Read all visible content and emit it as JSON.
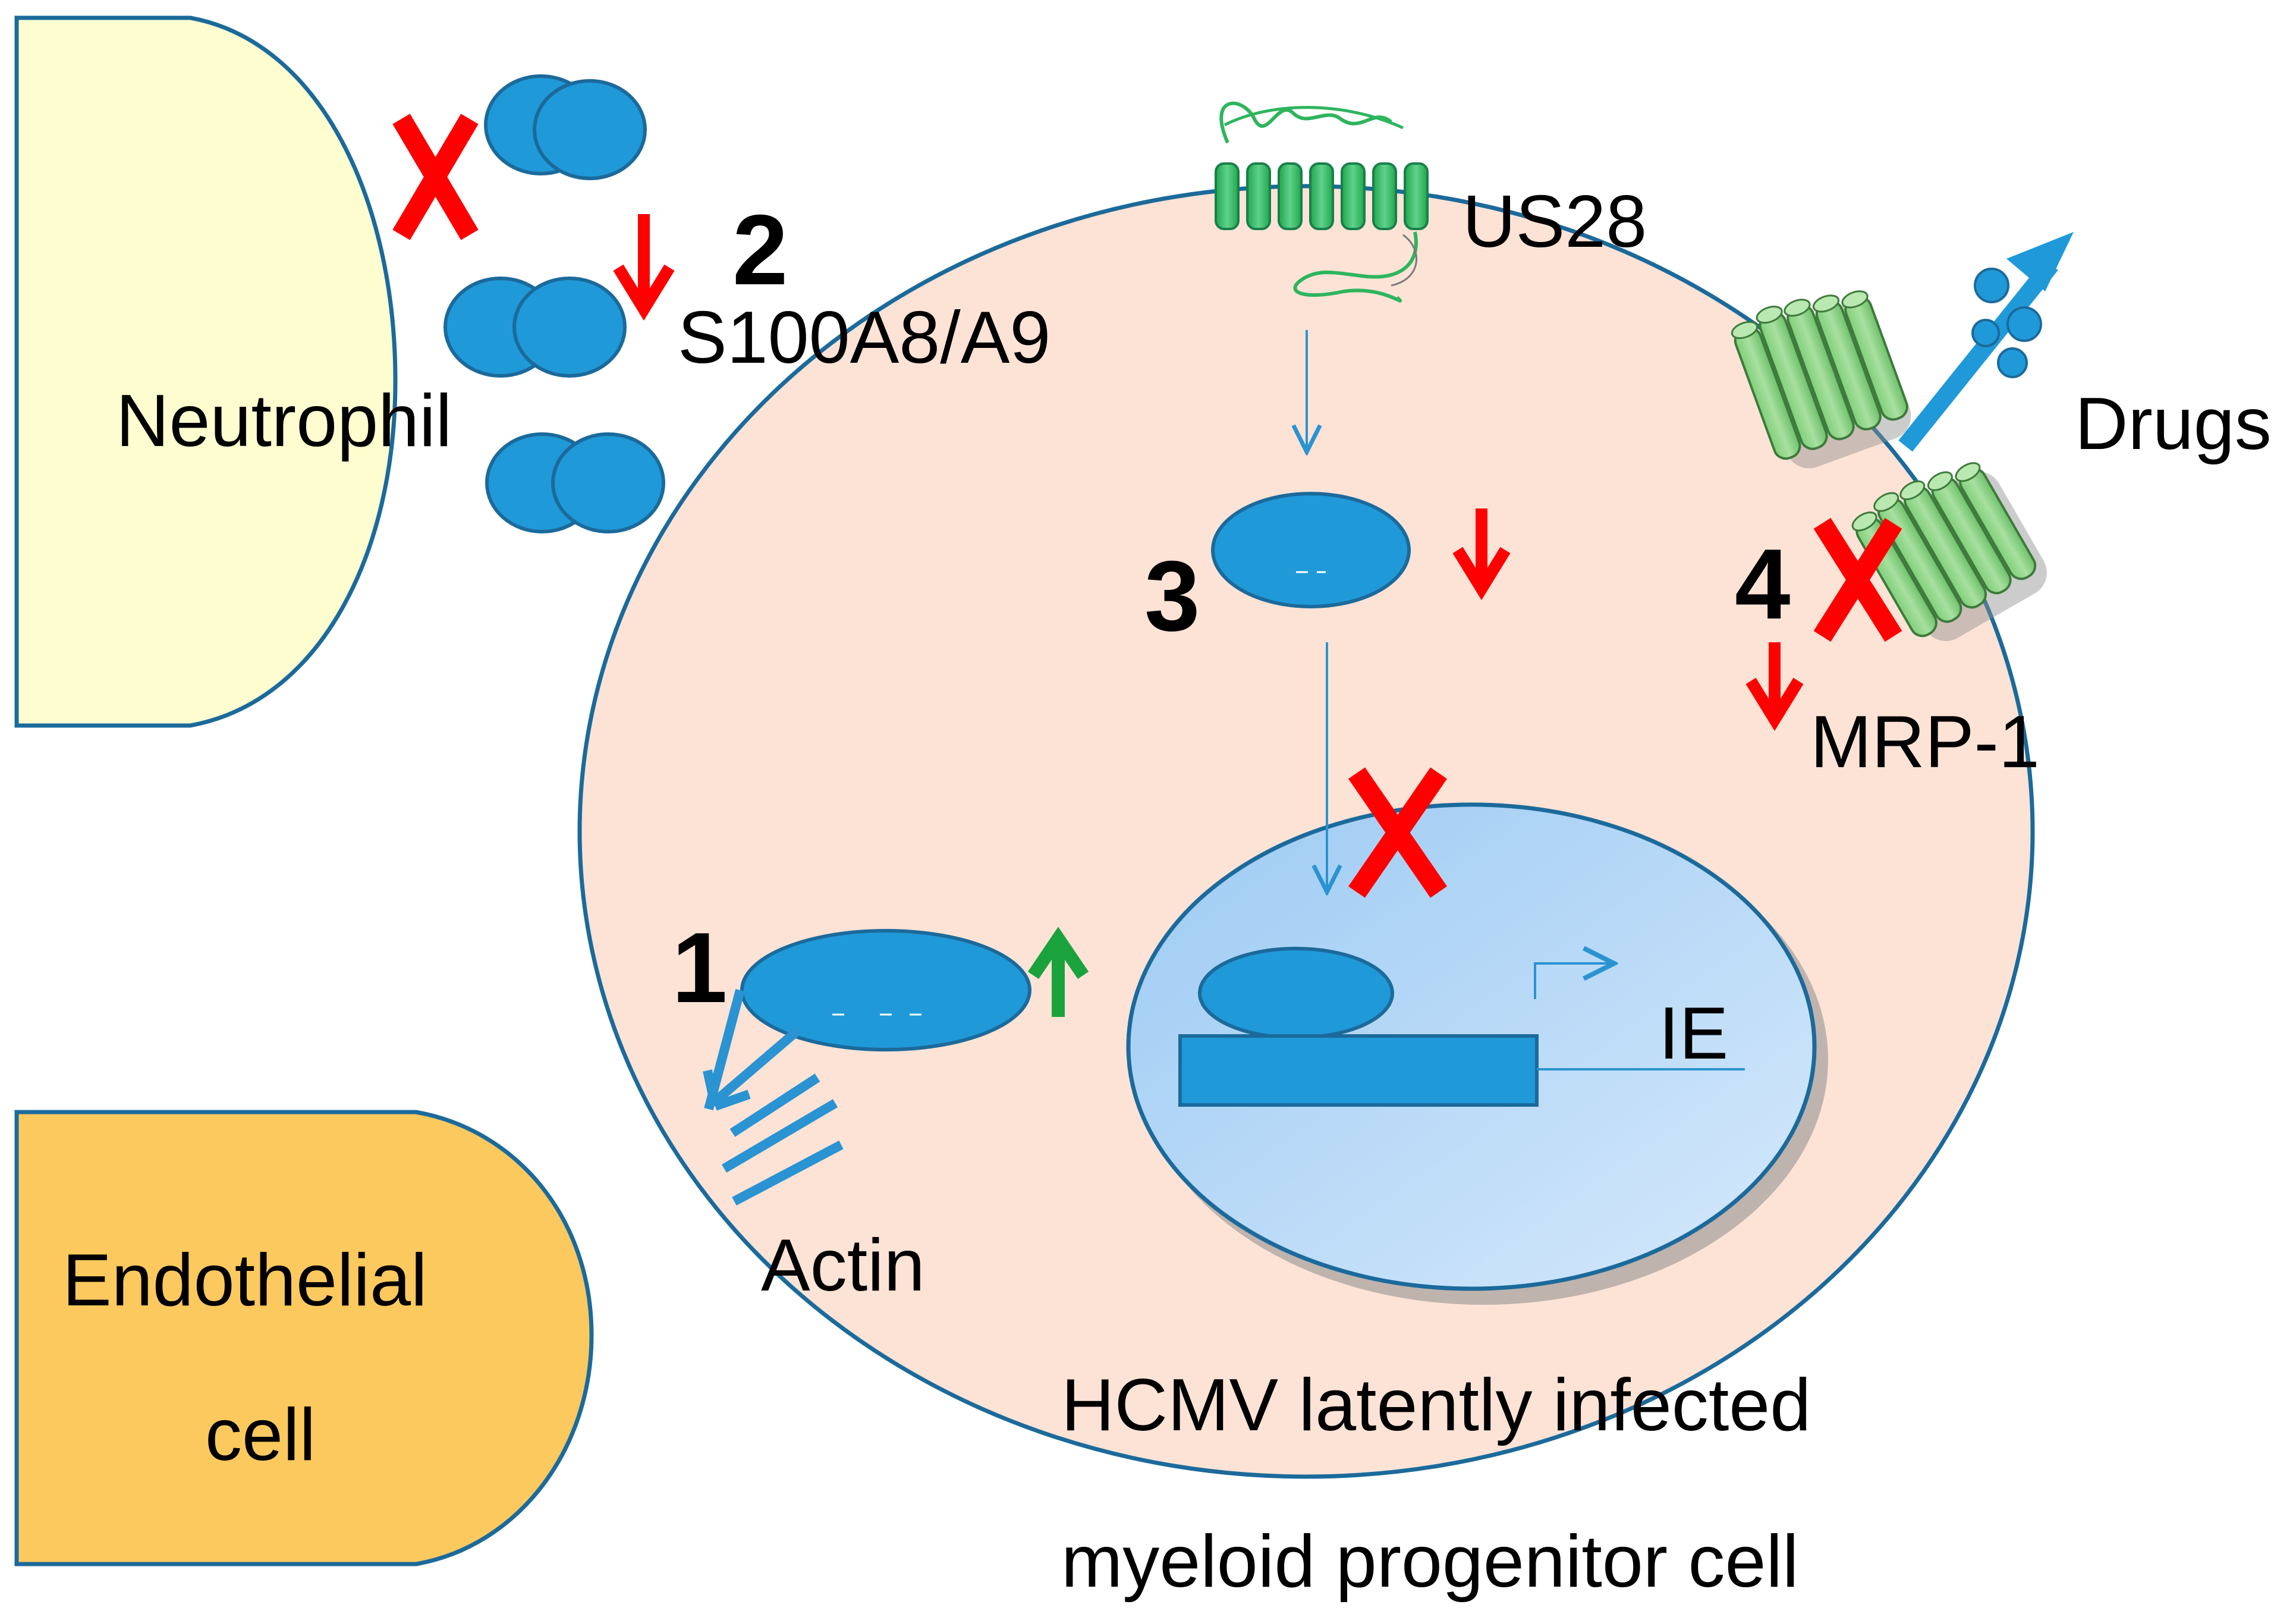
{
  "cells": {
    "neutrophil": "Neutrophil",
    "endothelial_line1": "Endothelial",
    "endothelial_line2": "cell",
    "infected_line1": "HCMV latently infected",
    "infected_line2": "myeloid progenitor cell"
  },
  "molecules": {
    "s100": "S100A8/A9",
    "us28": "US28",
    "drugs": "Drugs",
    "mrp1": "MRP-1",
    "actin": "Actin",
    "ie": "IE"
  },
  "steps": [
    "1",
    "2",
    "3",
    "4"
  ],
  "colors": {
    "cytoplasm": "#fde3d6",
    "nucleus": "#b3d5f5",
    "molecule_blue": "#2099d8",
    "outline": "#1b6a9b",
    "neutrophil": "#fdfdd0",
    "endothelial": "#fcc95e",
    "inhibit_red": "#ff0000",
    "up_green": "#1aa33c",
    "us28_green": "#2db55d",
    "mrp1_green": "#93d48a"
  }
}
